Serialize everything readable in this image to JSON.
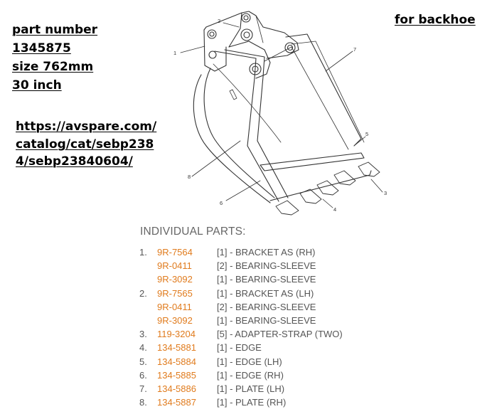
{
  "info": {
    "lines": [
      "part number ",
      "1345875",
      "size  762mm",
      "30 inch"
    ]
  },
  "url": {
    "lines": [
      "https://avspare.com/",
      "catalog/cat/sebp238",
      "4/sebp23840604/"
    ]
  },
  "tag": "for backhoe",
  "diagram": {
    "callouts": [
      "1",
      "2",
      "7",
      "5",
      "8",
      "3",
      "6",
      "4"
    ]
  },
  "parts_title": "INDIVIDUAL PARTS:",
  "parts": [
    {
      "num": "1.",
      "pn": "9R-7564",
      "qty_desc": "[1] - BRACKET AS (RH)"
    },
    {
      "num": "",
      "pn": "9R-0411",
      "qty_desc": "[2] - BEARING-SLEEVE"
    },
    {
      "num": "",
      "pn": "9R-3092",
      "qty_desc": "[1] - BEARING-SLEEVE"
    },
    {
      "num": "2.",
      "pn": "9R-7565",
      "qty_desc": "[1] - BRACKET AS (LH)"
    },
    {
      "num": "",
      "pn": "9R-0411",
      "qty_desc": "[2] - BEARING-SLEEVE"
    },
    {
      "num": "",
      "pn": "9R-3092",
      "qty_desc": "[1] - BEARING-SLEEVE"
    },
    {
      "num": "3.",
      "pn": "119-3204",
      "qty_desc": "[5] - ADAPTER-STRAP (TWO)"
    },
    {
      "num": "4.",
      "pn": "134-5881",
      "qty_desc": "[1] - EDGE"
    },
    {
      "num": "5.",
      "pn": "134-5884",
      "qty_desc": "[1] - EDGE (LH)"
    },
    {
      "num": "6.",
      "pn": "134-5885",
      "qty_desc": "[1] - EDGE (RH)"
    },
    {
      "num": "7.",
      "pn": "134-5886",
      "qty_desc": "[1] - PLATE (LH)"
    },
    {
      "num": "8.",
      "pn": "134-5887",
      "qty_desc": "[1] - PLATE (RH)"
    }
  ],
  "colors": {
    "part_number": "#e07b1d",
    "text_gray": "#555555",
    "title_gray": "#666666"
  }
}
